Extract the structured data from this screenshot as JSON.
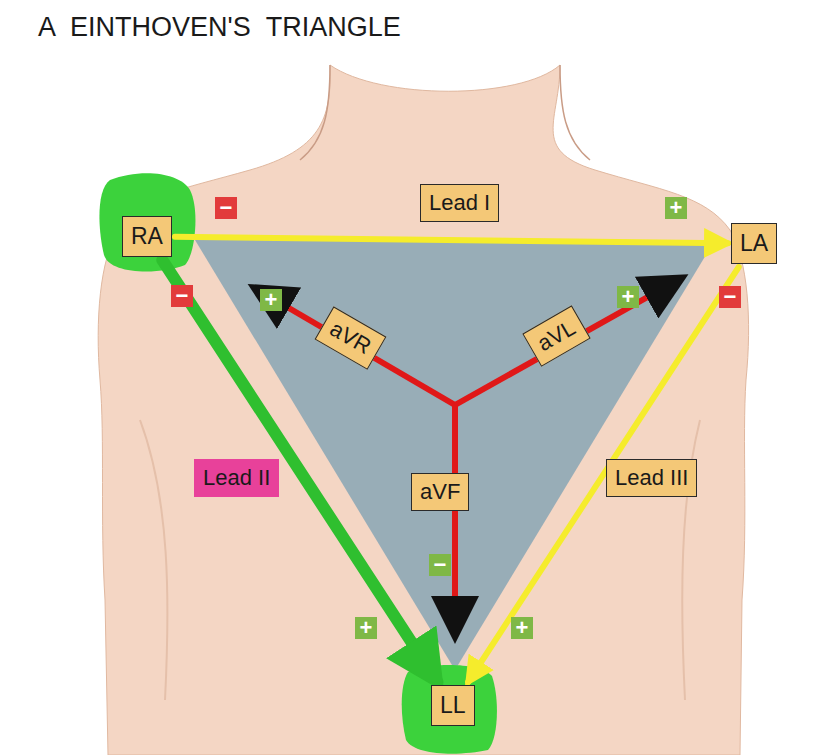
{
  "diagram": {
    "title": "A EINTHOVEN'S TRIANGLE",
    "nodes": [
      {
        "text": [
          "RA"
        ]
      },
      {
        "text": [
          "LA"
        ]
      },
      {
        "text": [
          "LL"
        ]
      }
    ],
    "edges": [
      {
        "from": 0,
        "to": 1,
        "arrow": "to",
        "label": "Lead I"
      },
      {
        "from": 0,
        "to": 2,
        "arrow": "to",
        "label": "Lead II"
      },
      {
        "from": 1,
        "to": 2,
        "arrow": "to",
        "label": "Lead III"
      }
    ],
    "labels": [
      "aVR",
      "aVL",
      "aVF",
      "−",
      "−",
      "+",
      "+",
      "+",
      "−",
      "−",
      "+",
      "+"
    ]
  }
}
